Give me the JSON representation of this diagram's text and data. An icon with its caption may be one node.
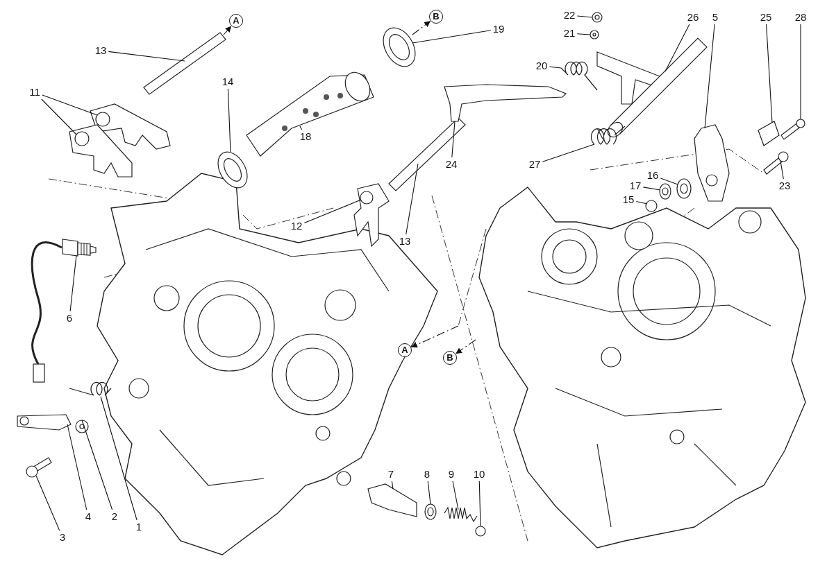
{
  "diagram": {
    "nodes": [
      {
        "text": [
          "A"
        ]
      },
      {
        "text": [
          "B"
        ]
      },
      {
        "text": [
          "22"
        ]
      },
      {
        "text": [
          "26"
        ]
      },
      {
        "text": [
          "5"
        ]
      },
      {
        "text": [
          "25"
        ]
      },
      {
        "text": [
          "28"
        ]
      },
      {
        "text": [
          "19"
        ]
      },
      {
        "text": [
          "21"
        ]
      },
      {
        "text": [
          "13"
        ]
      },
      {
        "text": [
          "20"
        ]
      },
      {
        "text": [
          "14"
        ]
      },
      {
        "text": [
          "11"
        ]
      },
      {
        "text": [
          "18"
        ]
      },
      {
        "text": [
          "24"
        ]
      },
      {
        "text": [
          "27"
        ]
      },
      {
        "text": [
          "16"
        ]
      },
      {
        "text": [
          "17"
        ]
      },
      {
        "text": [
          "23"
        ]
      },
      {
        "text": [
          "15"
        ]
      },
      {
        "text": [
          "12"
        ]
      },
      {
        "text": [
          "13"
        ]
      },
      {
        "text": [
          "6"
        ]
      },
      {
        "text": [
          "A"
        ]
      },
      {
        "text": [
          "B"
        ]
      },
      {
        "text": [
          "7"
        ]
      },
      {
        "text": [
          "8"
        ]
      },
      {
        "text": [
          "9"
        ]
      },
      {
        "text": [
          "10"
        ]
      },
      {
        "text": [
          "2"
        ]
      },
      {
        "text": [
          "4"
        ]
      },
      {
        "text": [
          "1"
        ]
      },
      {
        "text": [
          "3"
        ]
      },
      {
        "text": [],
        "shape": "picture"
      },
      {
        "text": [],
        "shape": "picture"
      },
      {
        "text": [],
        "shape": "picture"
      },
      {
        "text": [],
        "shape": "picture"
      },
      {
        "text": [],
        "shape": "picture"
      },
      {
        "text": [],
        "shape": "picture"
      },
      {
        "text": [],
        "shape": "picture"
      },
      {
        "text": [],
        "shape": "picture"
      },
      {
        "text": [],
        "shape": "picture"
      },
      {
        "text": [],
        "shape": "picture"
      },
      {
        "text": [],
        "shape": "picture"
      },
      {
        "text": [],
        "shape": "picture"
      },
      {
        "text": [],
        "shape": "picture"
      },
      {
        "text": [],
        "shape": "picture"
      },
      {
        "text": [],
        "shape": "picture"
      },
      {
        "text": [],
        "shape": "picture"
      },
      {
        "text": [],
        "shape": "picture"
      },
      {
        "text": [],
        "shape": "picture"
      },
      {
        "text": [],
        "shape": "picture"
      },
      {
        "text": [],
        "shape": "picture"
      },
      {
        "text": [],
        "shape": "circle"
      },
      {
        "text": [],
        "shape": "picture"
      },
      {
        "text": [],
        "shape": "picture"
      },
      {
        "text": [],
        "shape": "picture"
      },
      {
        "text": [],
        "shape": "picture"
      },
      {
        "text": [],
        "shape": "picture"
      },
      {
        "text": [],
        "shape": "picture"
      },
      {
        "text": [],
        "shape": "picture"
      },
      {
        "text": [],
        "shape": "picture"
      },
      {
        "text": [],
        "shape": "circle"
      }
    ],
    "edges": [
      {
        "from": 33,
        "to": 0,
        "arrow": "to",
        "style": "dashed"
      },
      {
        "from": 38,
        "to": 1,
        "arrow": "to",
        "style": "dashed"
      },
      {
        "from": 2,
        "to": 44,
        "arrow": "none"
      },
      {
        "from": 3,
        "to": 45,
        "arrow": "none"
      },
      {
        "from": 4,
        "to": 47,
        "arrow": "none"
      },
      {
        "from": 5,
        "to": 48,
        "arrow": "none"
      },
      {
        "from": 6,
        "to": 49,
        "arrow": "none"
      },
      {
        "from": 7,
        "to": 38,
        "arrow": "none"
      },
      {
        "from": 8,
        "to": 43,
        "arrow": "none"
      },
      {
        "from": 9,
        "to": 33,
        "arrow": "none"
      },
      {
        "from": 10,
        "to": 42,
        "arrow": "none"
      },
      {
        "from": 11,
        "to": 36,
        "arrow": "none"
      },
      {
        "from": 12,
        "to": 34,
        "arrow": "none"
      },
      {
        "from": 12,
        "to": 35,
        "arrow": "none"
      },
      {
        "from": 13,
        "to": 37,
        "arrow": "none"
      },
      {
        "from": 14,
        "to": 41,
        "arrow": "none"
      },
      {
        "from": 15,
        "to": 46,
        "arrow": "none"
      },
      {
        "from": 16,
        "to": 51,
        "arrow": "none"
      },
      {
        "from": 17,
        "to": 52,
        "arrow": "none"
      },
      {
        "from": 18,
        "to": 50,
        "arrow": "none"
      },
      {
        "from": 19,
        "to": 53,
        "arrow": "none"
      },
      {
        "from": 20,
        "to": 40,
        "arrow": "none"
      },
      {
        "from": 21,
        "to": 39,
        "arrow": "none"
      },
      {
        "from": 22,
        "to": 54,
        "arrow": "none"
      },
      {
        "from": null,
        "to": 23,
        "arrow": "to",
        "style": "dashed"
      },
      {
        "from": null,
        "to": 24,
        "arrow": "to",
        "style": "dashed"
      },
      {
        "from": 25,
        "to": 59,
        "arrow": "none"
      },
      {
        "from": 26,
        "to": 60,
        "arrow": "none"
      },
      {
        "from": 27,
        "to": 61,
        "arrow": "none"
      },
      {
        "from": 28,
        "to": 62,
        "arrow": "none"
      },
      {
        "from": 29,
        "to": 56,
        "arrow": "none"
      },
      {
        "from": 30,
        "to": 57,
        "arrow": "none"
      },
      {
        "from": 31,
        "to": 55,
        "arrow": "none"
      },
      {
        "from": 32,
        "to": 58,
        "arrow": "none"
      }
    ]
  }
}
